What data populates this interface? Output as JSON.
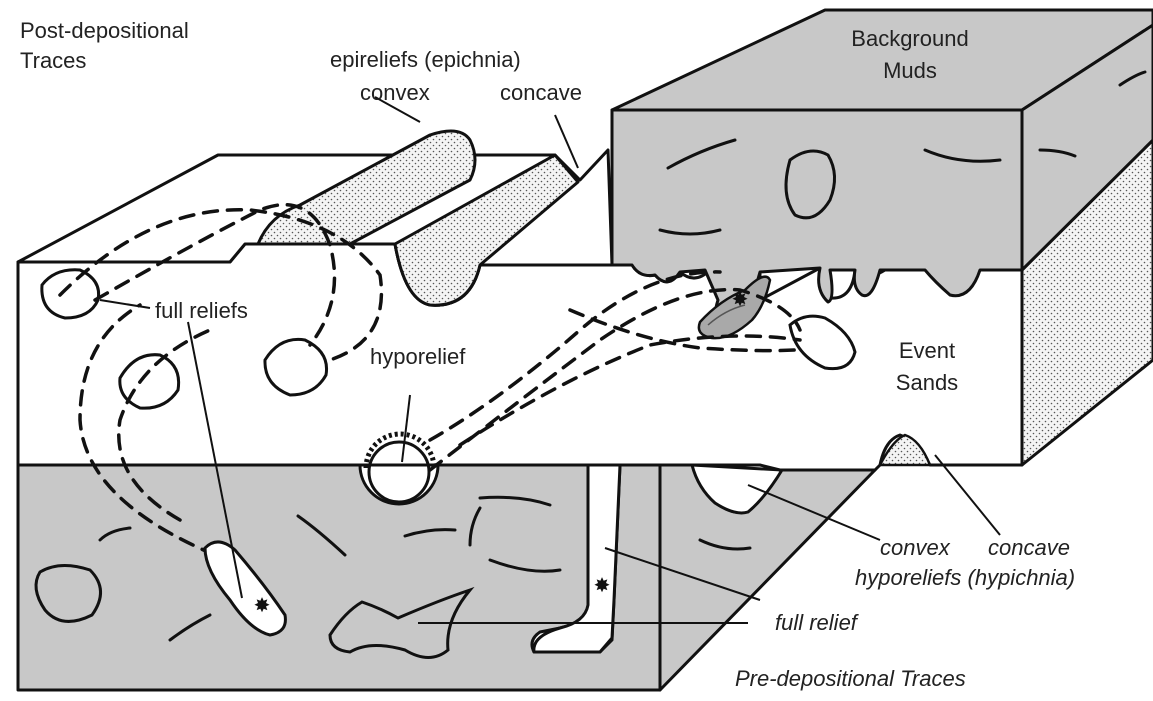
{
  "labels": {
    "post_depositional_line1": "Post-depositional",
    "post_depositional_line2": "Traces",
    "epireliefs": "epireliefs (epichnia)",
    "epi_convex": "convex",
    "epi_concave": "concave",
    "background_line1": "Background",
    "background_line2": "Muds",
    "full_reliefs": "full reliefs",
    "hyporelief": "hyporelief",
    "event_line1": "Event",
    "event_line2": "Sands",
    "hypo_convex": "convex",
    "hypo_concave": "concave",
    "hyporeliefs": "hyporeliefs (hypichnia)",
    "full_relief": "full relief",
    "pre_depositional": "Pre-depositional Traces"
  },
  "colors": {
    "mud_fill": "#c8c8c8",
    "mud_fill_dark": "#a9a9a9",
    "sand_fill": "#ffffff",
    "outline": "#111111",
    "text": "#222222"
  }
}
